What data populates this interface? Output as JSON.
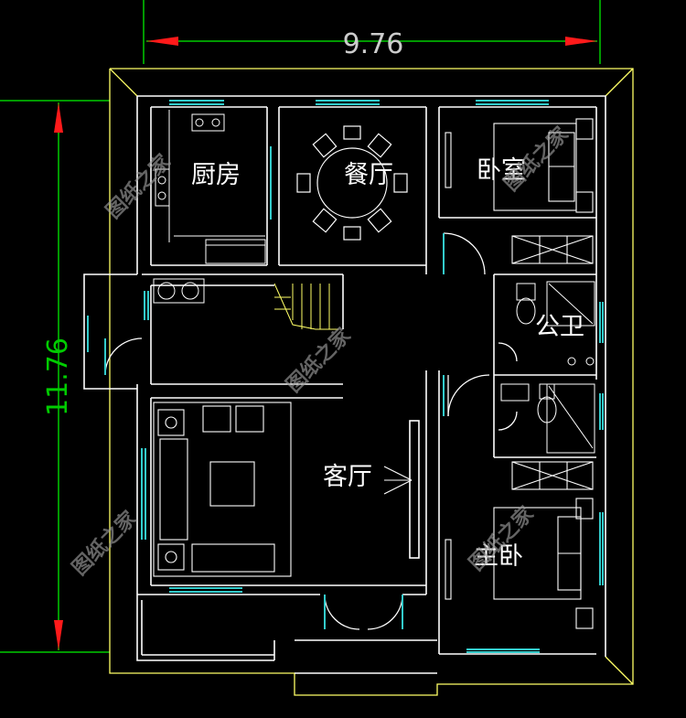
{
  "dimensions": {
    "width_label": "9.76",
    "height_label": "11.76"
  },
  "rooms": {
    "kitchen": "厨房",
    "dining": "餐厅",
    "bedroom": "卧室",
    "bathroom": "公卫",
    "living": "客厅",
    "master_bedroom": "主卧"
  },
  "watermark": "图纸之家",
  "colors": {
    "background": "#000000",
    "walls": "#ffffff",
    "outline": "#ffff66",
    "windows": "#33cccc",
    "dimension_lines": "#00cc00",
    "dimension_text": "#cccccc",
    "arrows": "#ff1a1a"
  }
}
